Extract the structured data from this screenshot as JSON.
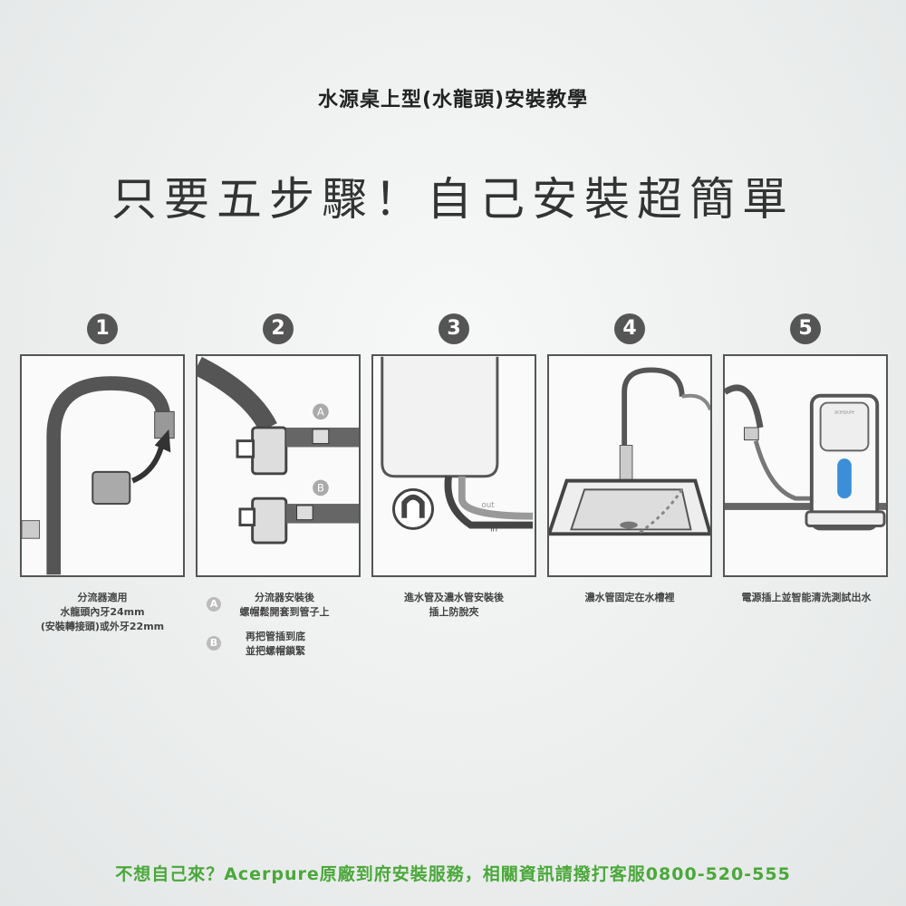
{
  "subtitle": "水源桌上型(水龍頭)安裝教學",
  "headline": "只要五步驟！自己安裝超簡單",
  "steps": [
    {
      "number": "1",
      "caption": [
        "分流器適用",
        "水龍頭內牙24mm",
        "(安裝轉接頭)或外牙22mm"
      ]
    },
    {
      "number": "2",
      "a_label": "A",
      "b_label": "B",
      "caption_a": [
        "分流器安裝後",
        "螺帽鬆開套到管子上"
      ],
      "caption_b": [
        "再把管插到底",
        "並把螺帽鎖緊"
      ]
    },
    {
      "number": "3",
      "out_label": "out",
      "in_label": "in",
      "caption": [
        "進水管及濃水管安裝後",
        "插上防脫夾"
      ]
    },
    {
      "number": "4",
      "caption": [
        "濃水管固定在水槽裡"
      ]
    },
    {
      "number": "5",
      "device_label": "acerpure",
      "caption": [
        "電源插上並智能清洗測試出水"
      ]
    }
  ],
  "footer": "不想自己來？Acerpure原廠到府安裝服務，相關資訊請撥打客服0800-520-555",
  "colors": {
    "line": "#555555",
    "accent": "#4aa83a",
    "device_blue": "#3a8fd8"
  }
}
